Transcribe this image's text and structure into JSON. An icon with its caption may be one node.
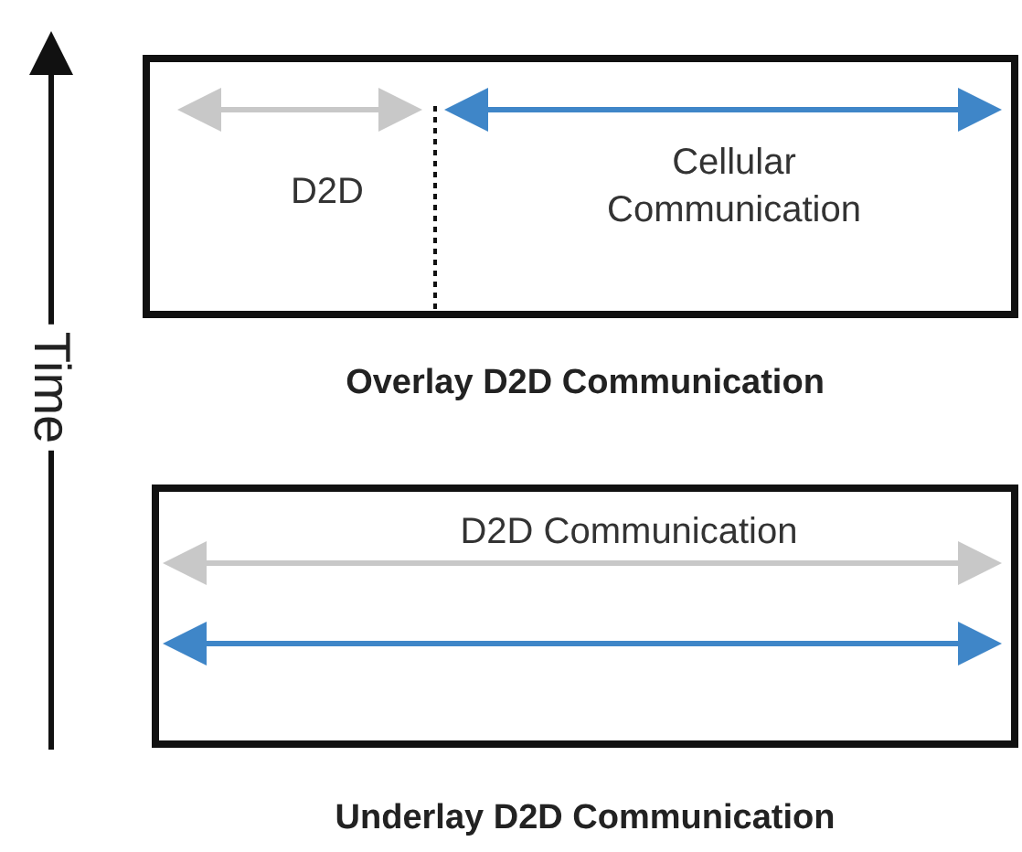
{
  "diagram": {
    "nodes": [
      {
        "text": [
          "D2D",
          "Cellular Communication",
          "Overlay D2D Communication"
        ]
      },
      {
        "text": [
          "D2D Communication",
          "Underlay D2D Communication"
        ]
      }
    ],
    "labels": [
      "Time"
    ]
  }
}
